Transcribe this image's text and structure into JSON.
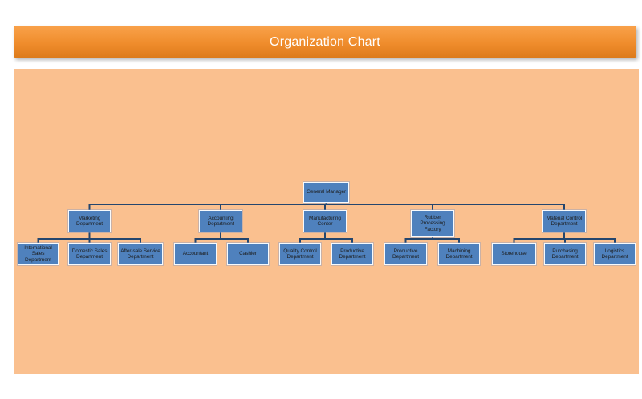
{
  "banner": {
    "title": "Organization Chart"
  },
  "colors": {
    "banner_top": "#f9a149",
    "banner_bottom": "#dd7b1a",
    "canvas_bg": "#fac08f",
    "node_fill": "#4f81bd",
    "node_border": "#f8fafc",
    "line_color": "#24466e"
  },
  "org_chart": {
    "root": {
      "label": "General Manager"
    },
    "groups": [
      {
        "label": "Marketing Department",
        "children": [
          "International Sales Department",
          "Domestic Sales Department",
          "After-sale Service Department"
        ]
      },
      {
        "label": "Accounting Department",
        "children": [
          "Accountant",
          "Cashier"
        ]
      },
      {
        "label": "Manufacturing Center",
        "children": [
          "Quality Control Department",
          "Productive Department"
        ]
      },
      {
        "label": "Rubber Processing Factory",
        "children": [
          "Productive Department",
          "Machining Department"
        ]
      },
      {
        "label": "Material Control Department",
        "children": [
          "Storehouse",
          "Purchasing Department",
          "Logistics Department"
        ]
      }
    ]
  }
}
